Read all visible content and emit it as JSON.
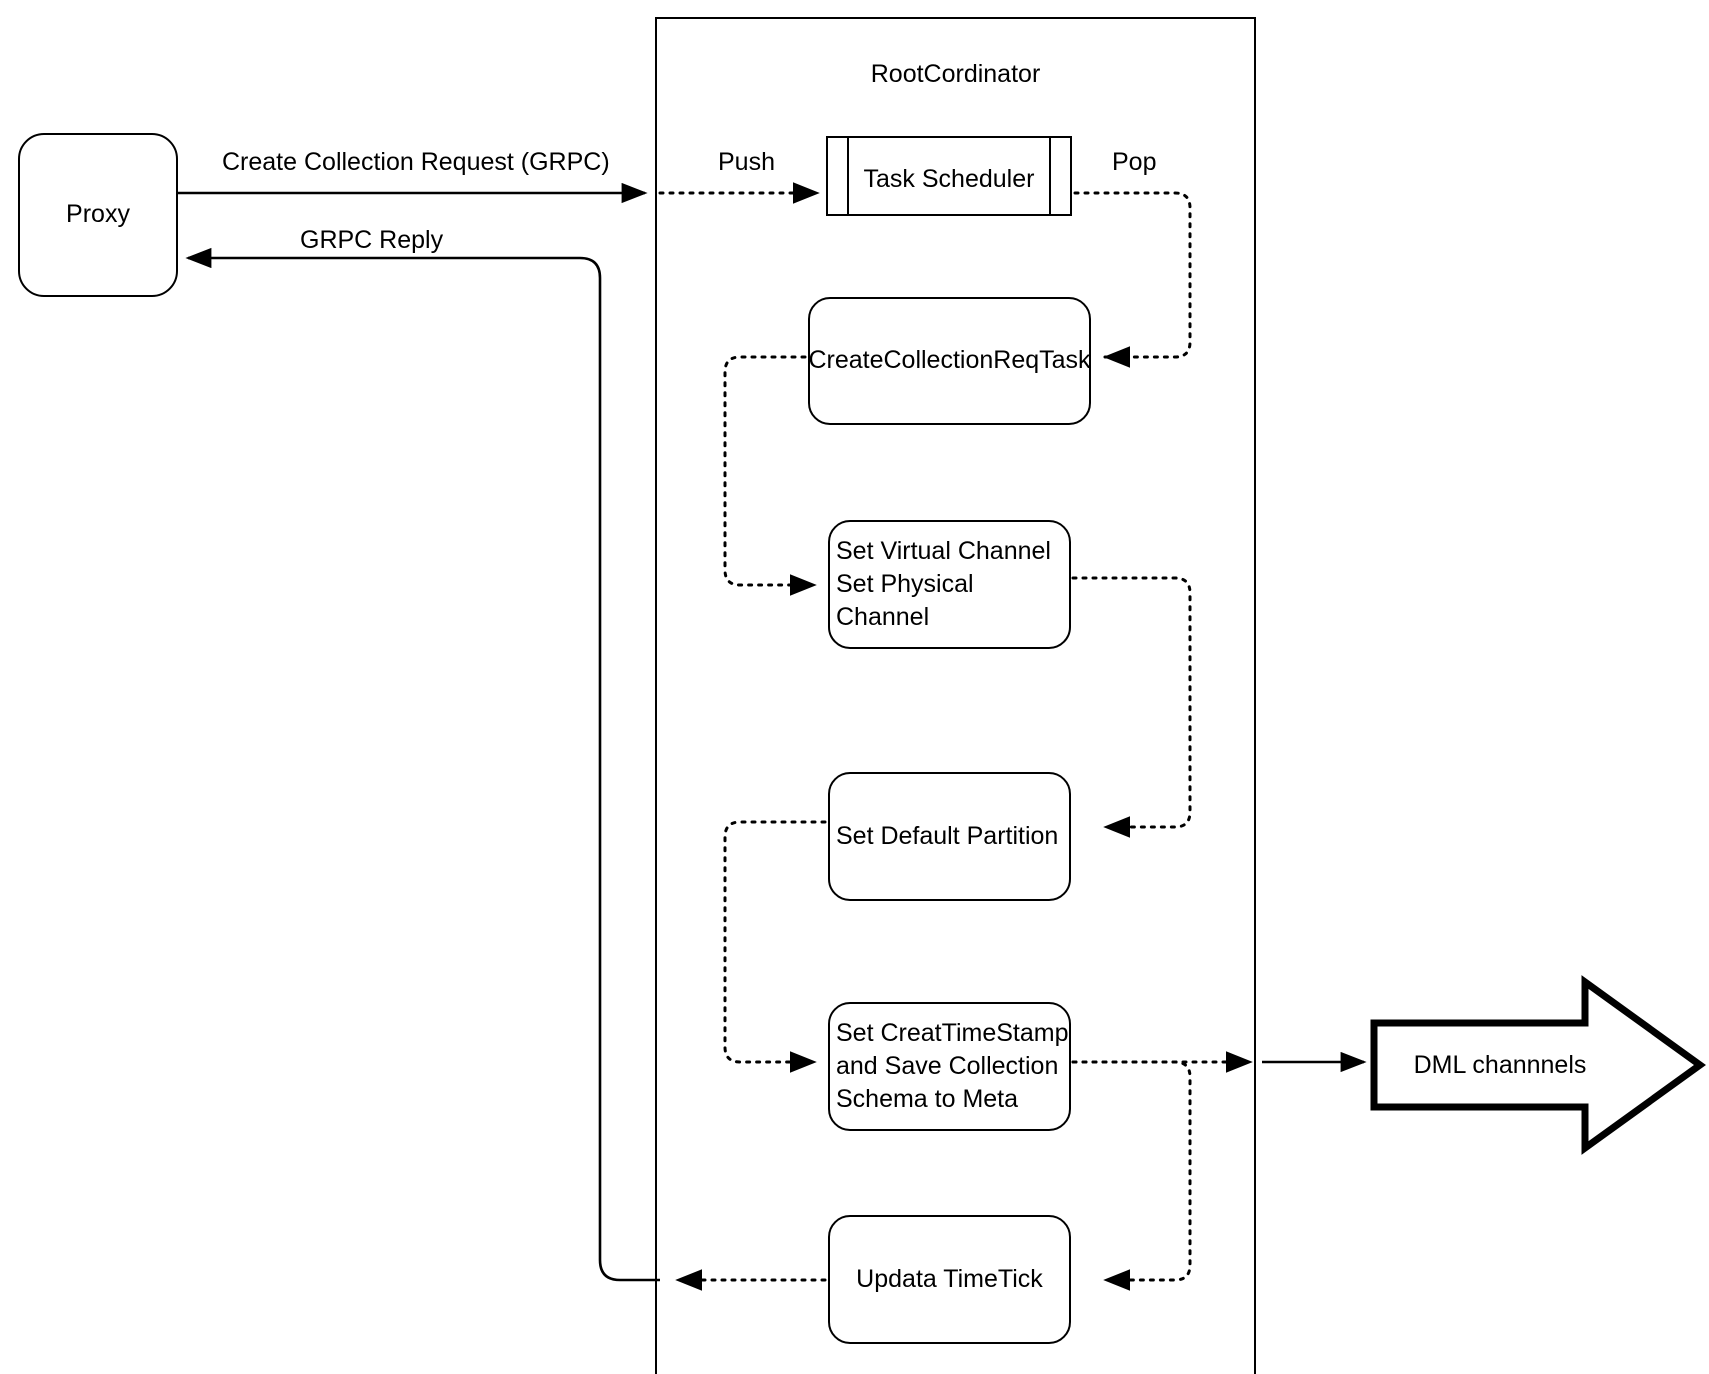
{
  "diagram": {
    "title_visible": false,
    "background": "#ffffff",
    "line_color": "#000000",
    "nodes": [
      {
        "id": "proxy",
        "label": "Proxy",
        "shape": "rounded-rect"
      },
      {
        "id": "rootcoordinator",
        "label": "RootCordinator",
        "shape": "rect-container"
      },
      {
        "id": "task-scheduler",
        "label": "Task Scheduler",
        "shape": "queue-rect"
      },
      {
        "id": "create-collection-req-task",
        "label": "CreateCollectionReqTask",
        "shape": "rounded-rect"
      },
      {
        "id": "set-channels",
        "label": "Set Virtual Channel\nSet Physical Channel",
        "shape": "rounded-rect"
      },
      {
        "id": "set-default-partition",
        "label": "Set Default Partition",
        "shape": "rounded-rect"
      },
      {
        "id": "set-creat-timestamp",
        "label": "Set CreatTimeStamp\nand Save Collection\nSchema to Meta",
        "shape": "rounded-rect"
      },
      {
        "id": "updata-timetick",
        "label": "Updata TimeTick",
        "shape": "rounded-rect"
      },
      {
        "id": "dml-channels",
        "label": "DML channnels",
        "shape": "block-arrow"
      }
    ],
    "edges": [
      {
        "id": "proxy-to-rootcoordinator",
        "label": "Create Collection Request (GRPC)",
        "style": "solid",
        "from": "proxy",
        "to": "rootcoordinator"
      },
      {
        "id": "push-to-task-scheduler",
        "label": "Push",
        "style": "dotted",
        "from": "rootcoordinator",
        "to": "task-scheduler"
      },
      {
        "id": "pop-from-task-scheduler",
        "label": "Pop",
        "style": "dotted",
        "from": "task-scheduler",
        "to": "create-collection-req-task"
      },
      {
        "id": "task-to-set-channels",
        "label": "",
        "style": "dotted",
        "from": "create-collection-req-task",
        "to": "set-channels"
      },
      {
        "id": "set-channels-to-default-partition",
        "label": "",
        "style": "dotted",
        "from": "set-channels",
        "to": "set-default-partition"
      },
      {
        "id": "default-partition-to-timestamp",
        "label": "",
        "style": "dotted",
        "from": "set-default-partition",
        "to": "set-creat-timestamp"
      },
      {
        "id": "timestamp-to-dml-channels",
        "label": "",
        "style": "dotted",
        "from": "set-creat-timestamp",
        "to": "dml-channels"
      },
      {
        "id": "timestamp-to-updata-timetick",
        "label": "",
        "style": "dotted",
        "from": "set-creat-timestamp",
        "to": "updata-timetick"
      },
      {
        "id": "updata-timetick-to-proxy",
        "label": "GRPC Reply",
        "style": "dotted-then-solid",
        "from": "updata-timetick",
        "to": "proxy"
      }
    ]
  }
}
